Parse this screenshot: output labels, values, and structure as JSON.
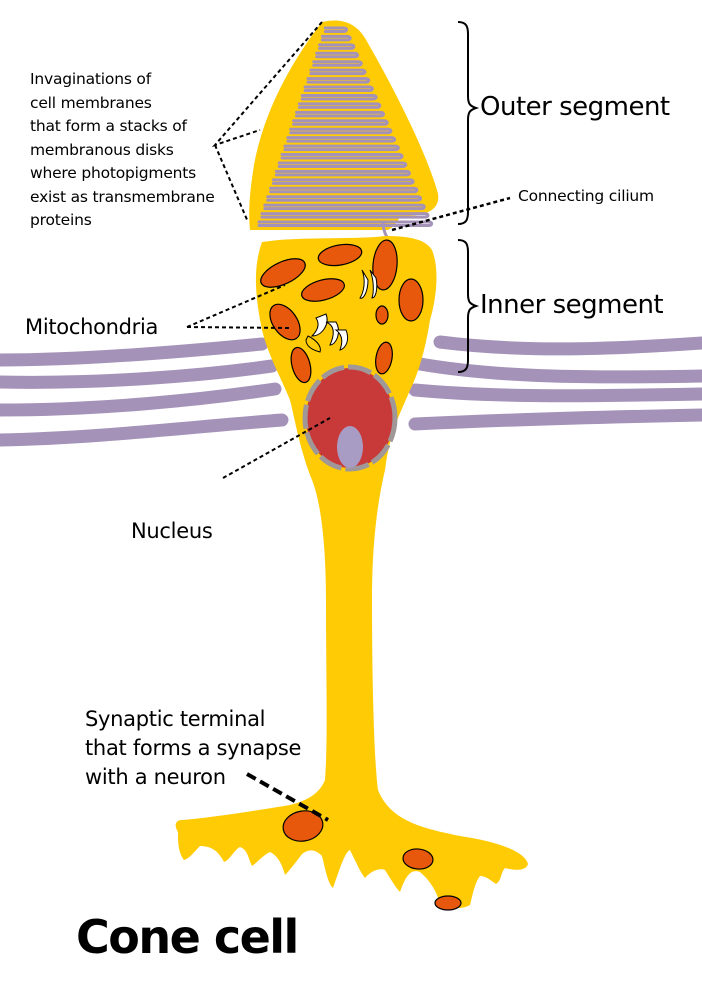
{
  "title": "Cone cell",
  "colors": {
    "cytoplasm": "#FFCB05",
    "membrane_disk": "#A592B8",
    "mitochondria": "#E8580C",
    "nucleus": "#C83A3A",
    "nucleolus": "#A99CC4",
    "nuclear_envelope": "#A09898",
    "neighbour_fibres": "#A592B8",
    "leader_line": "#000000"
  },
  "labels": {
    "invaginations": [
      "Invaginations of",
      "cell membranes",
      "that form a stacks of",
      "membranous disks",
      "where photopigments",
      "exist as transmembrane",
      "proteins"
    ],
    "outer_segment": "Outer segment",
    "connecting_cilium": "Connecting cilium",
    "inner_segment": "Inner segment",
    "mitochondria": "Mitochondria",
    "nucleus": "Nucleus",
    "synaptic_terminal": [
      "Synaptic terminal",
      "that forms a synapse",
      "with a neuron"
    ]
  }
}
